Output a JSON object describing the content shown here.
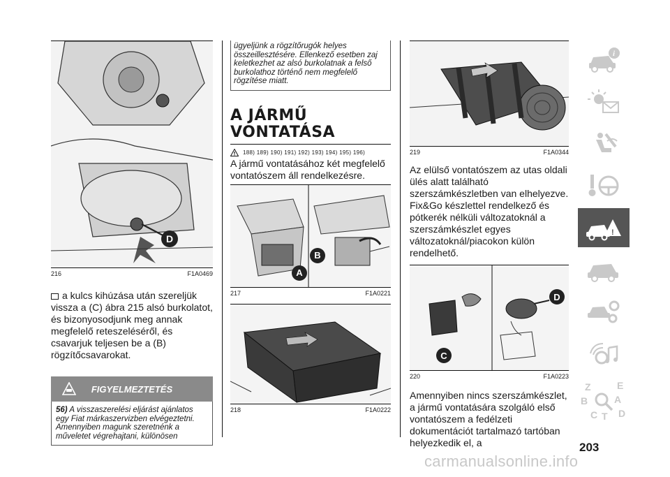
{
  "col1": {
    "fig216": {
      "number": "216",
      "code": "F1A0469",
      "label_d": "D"
    },
    "para": "a kulcs kihúzása után szereljük vissza a (C) ábra 215 alsó burkolatot, és bizonyosodjunk meg annak megfelelő reteszeléséről, és csavarjuk teljesen be a (B) rögzítőcsavarokat.",
    "warning": {
      "heading": "FIGYELMEZTETÉS",
      "number": "56)",
      "text": "A visszaszerelési eljárást ajánlatos egy Fiat márkaszervizben elvégeztetni. Amennyiben magunk szeretnénk a műveletet végrehajtani, különösen"
    }
  },
  "col2": {
    "warning_cont": "ügyeljünk a rögzítőrugók helyes összeillesztésére. Ellenkező esetben zaj keletkezhet az alsó burkolatnak a felső burkolathoz történő nem megfelelő rögzítése miatt.",
    "title_line1": "A JÁRMŰ",
    "title_line2": "VONTATÁSA",
    "refs": "188) 189) 190) 191) 192) 193) 194) 195) 196)",
    "para": "A jármű vontatásához két megfelelő vontatószem áll rendelkezésre.",
    "fig217": {
      "number": "217",
      "code": "F1A0221",
      "label_a": "A",
      "label_b": "B"
    },
    "fig218": {
      "number": "218",
      "code": "F1A0222"
    }
  },
  "col3": {
    "fig219": {
      "number": "219",
      "code": "F1A0344"
    },
    "para": "Az elülső vontatószem az utas oldali ülés alatt található szerszámkészletben van elhelyezve. Fix&Go készlettel rendelkező és pótkerék nélküli változatoknál a szerszámkészlet egyes változatoknál/piacokon külön rendelhető.",
    "fig220": {
      "number": "220",
      "code": "F1A0223",
      "label_c": "C",
      "label_d": "D"
    },
    "para2": "Amennyiben nincs szerszámkészlet, a jármű vontatására szolgáló első vontatószem a fedélzeti dokumentációt tartalmazó tartóban helyezkedik el, a"
  },
  "sidebar": {
    "tabs": [
      {
        "icon": "car-info-icon"
      },
      {
        "icon": "warning-light-message-icon"
      },
      {
        "icon": "seat-airbag-icon"
      },
      {
        "icon": "key-steering-wheel-icon"
      },
      {
        "icon": "car-breakdown-icon",
        "active": true
      },
      {
        "icon": "car-maintenance-icon"
      },
      {
        "icon": "car-gears-icon"
      },
      {
        "icon": "multimedia-icon"
      },
      {
        "icon": "alphabetical-index-icon",
        "letters": [
          "Z",
          "E",
          "B",
          "A",
          "C",
          "T",
          "D"
        ]
      }
    ]
  },
  "page_number": "203",
  "watermark": "carmanualsonline.info",
  "colors": {
    "active_tab": "#555555",
    "tab_icon": "#c9c9c9",
    "warning_head": "#8a8a8a",
    "callout": "#222222"
  }
}
